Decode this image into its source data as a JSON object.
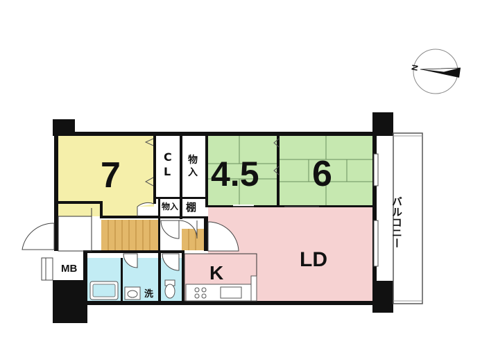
{
  "compass": {
    "north_label": "N"
  },
  "rooms": {
    "western_7": {
      "label": "7",
      "color": "#f5efaa"
    },
    "cl": {
      "label_c": "C",
      "label_l": "L"
    },
    "storage_upper": {
      "label_1": "物",
      "label_2": "入"
    },
    "storage_lower": {
      "label": "物入"
    },
    "shelf": {
      "label": "棚"
    },
    "japanese_4_5": {
      "label": "4.5",
      "color": "#c6e8b0"
    },
    "japanese_6": {
      "label": "6",
      "color": "#c6e8b0"
    },
    "balcony": {
      "label": "バルコニー"
    },
    "ld": {
      "label": "LD",
      "color": "#f6d2d2"
    },
    "kitchen": {
      "label": "K",
      "color": "#f6d2d2"
    },
    "mb": {
      "label": "MB"
    },
    "washroom": {
      "label": "洗",
      "color": "#c2ecf4"
    },
    "entrance_floor_color": "#e3b86a"
  }
}
